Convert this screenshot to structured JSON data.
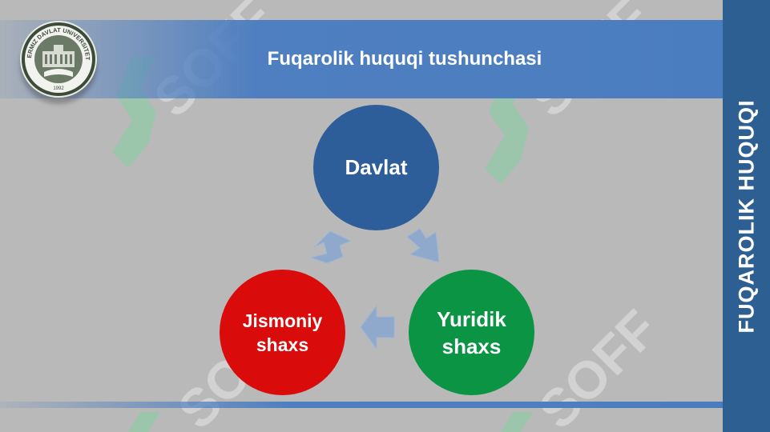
{
  "header": {
    "title": "Fuqarolik huquqi tushunchasi"
  },
  "sidebar": {
    "title": "FUQAROLIK HUQUQI"
  },
  "logo": {
    "text_top": "TERMIZ DAVLAT UNIVERSITETI",
    "text_bottom": "1992"
  },
  "watermark": {
    "text": "SOFF"
  },
  "diagram": {
    "nodes": [
      {
        "id": "davlat",
        "label": "Davlat",
        "color": "#2d5e99"
      },
      {
        "id": "yuridik",
        "label_line1": "Yuridik",
        "label_line2": "shaxs",
        "color": "#0a9444"
      },
      {
        "id": "jismoniy",
        "label_line1": "Jismoniy",
        "label_line2": "shaxs",
        "color": "#da0b0b"
      }
    ],
    "arrow_color": "#8fa9cc"
  },
  "colors": {
    "header_band": "#4a7dc0",
    "sidebar": "#2e5f93",
    "background": "#b9b9b9"
  }
}
